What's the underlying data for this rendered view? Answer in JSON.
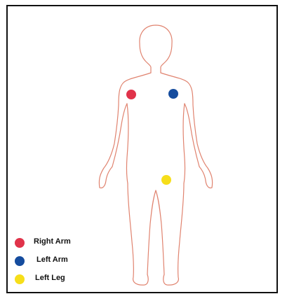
{
  "colors": {
    "frame": "#111111",
    "outline": "#e0836f",
    "right_arm": "#e0334a",
    "left_arm": "#154c9e",
    "left_leg": "#f6de1a"
  },
  "markers": [
    {
      "name": "Right Arm",
      "color": "#e0334a"
    },
    {
      "name": "Left Arm",
      "color": "#154c9e"
    },
    {
      "name": "Left Leg",
      "color": "#f6de1a"
    }
  ],
  "legend": {
    "items": [
      {
        "label": "Right Arm",
        "color": "#e0334a"
      },
      {
        "label": "Left Arm",
        "color": "#154c9e"
      },
      {
        "label": "Left Leg",
        "color": "#f6de1a"
      }
    ]
  }
}
